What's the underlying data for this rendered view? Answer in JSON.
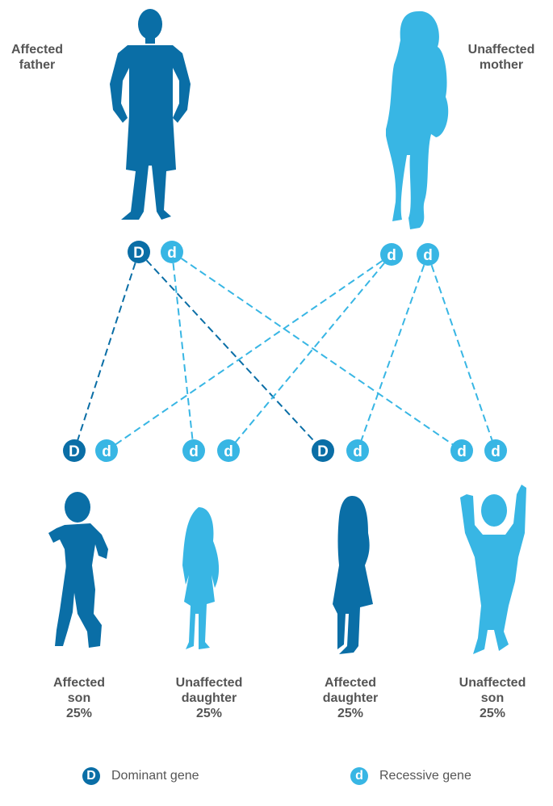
{
  "colors": {
    "dominant": "#0a6ea6",
    "recessive": "#38b6e4",
    "text": "#555555"
  },
  "parents": {
    "father": {
      "line1": "Affected",
      "line2": "father",
      "genes": [
        "D",
        "d"
      ]
    },
    "mother": {
      "line1": "Unaffected",
      "line2": "mother",
      "genes": [
        "d",
        "d"
      ]
    }
  },
  "children": [
    {
      "line1": "Affected",
      "line2": "son",
      "pct": "25%",
      "genes": [
        "D",
        "d"
      ]
    },
    {
      "line1": "Unaffected",
      "line2": "daughter",
      "pct": "25%",
      "genes": [
        "d",
        "d"
      ]
    },
    {
      "line1": "Affected",
      "line2": "daughter",
      "pct": "25%",
      "genes": [
        "D",
        "d"
      ]
    },
    {
      "line1": "Unaffected",
      "line2": "son",
      "pct": "25%",
      "genes": [
        "d",
        "d"
      ]
    }
  ],
  "legend": {
    "dominant": {
      "symbol": "D",
      "label": "Dominant gene"
    },
    "recessive": {
      "symbol": "d",
      "label": "Recessive gene"
    }
  }
}
